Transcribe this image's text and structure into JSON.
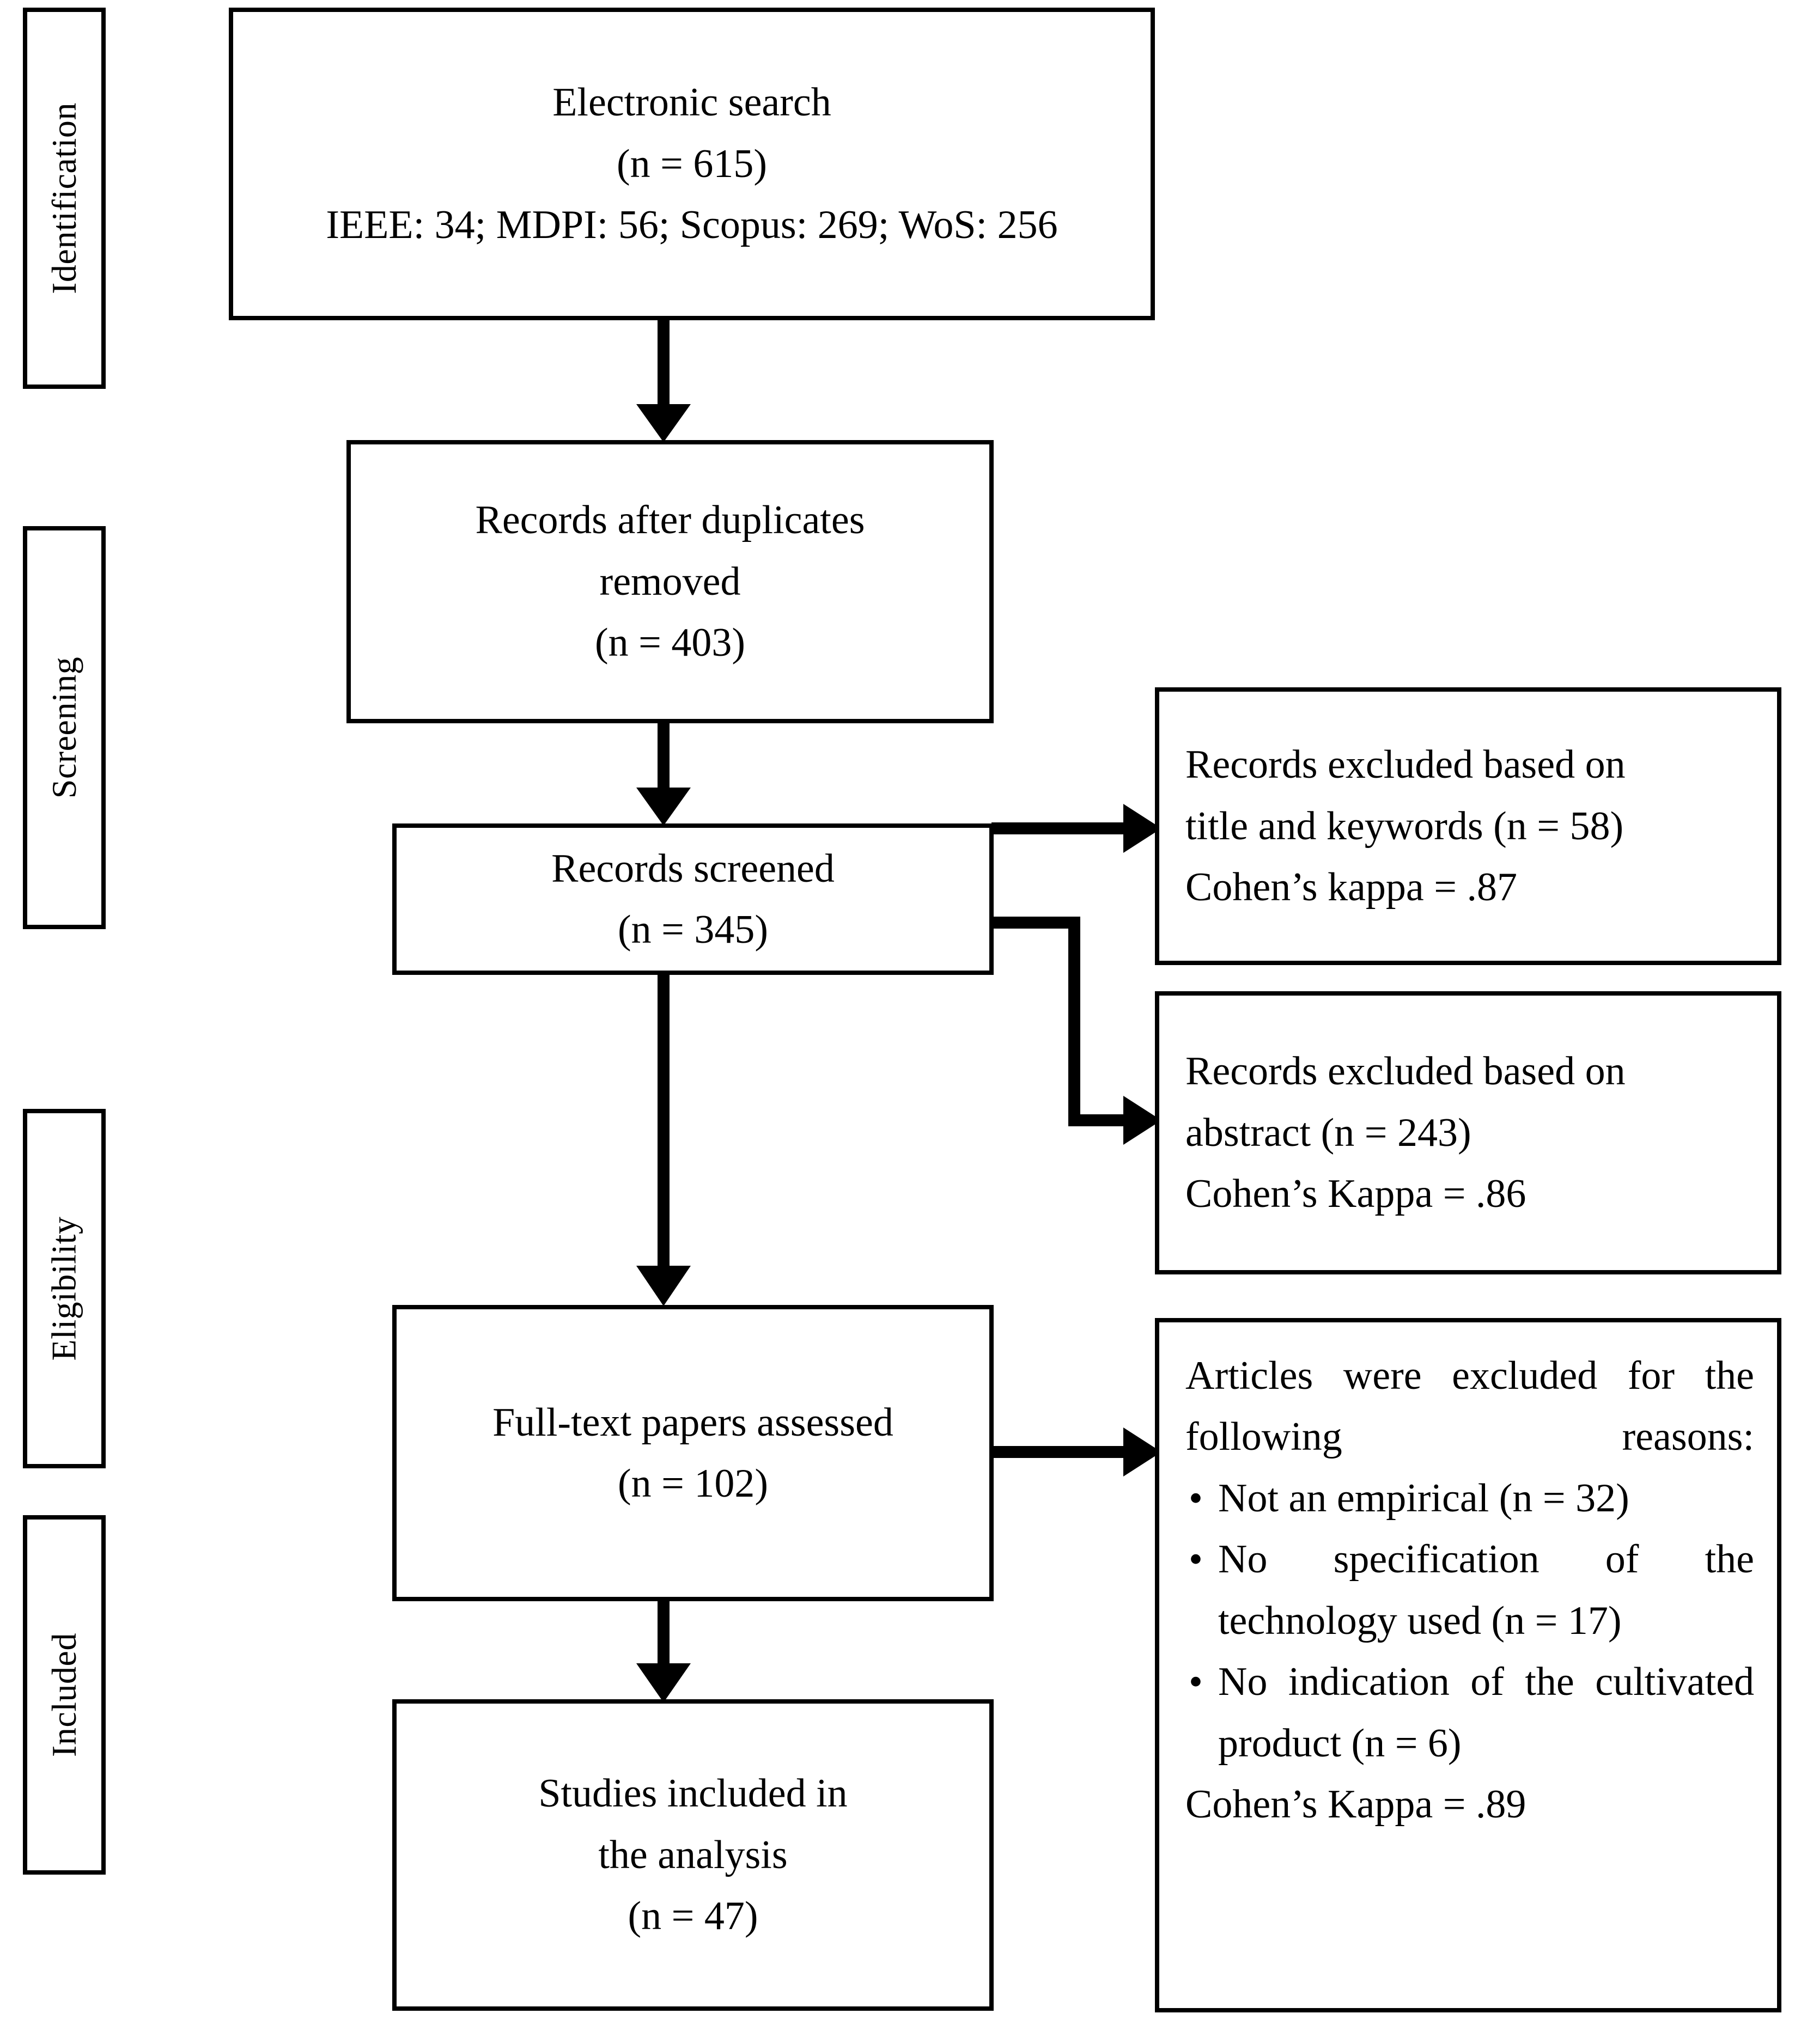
{
  "diagram": {
    "type": "prisma-flow-diagram",
    "stage_labels": [
      {
        "id": "identification",
        "label": "Identification"
      },
      {
        "id": "screening",
        "label": "Screening"
      },
      {
        "id": "eligibility",
        "label": "Eligibility"
      },
      {
        "id": "included",
        "label": "Included"
      }
    ],
    "nodes": {
      "electronic_search": {
        "lines": [
          "Electronic search",
          "(n = 615)",
          "IEEE: 34; MDPI: 56; Scopus: 269; WoS: 256"
        ]
      },
      "duplicates_removed": {
        "lines": [
          "Records after duplicates",
          "removed",
          "(n = 403)"
        ]
      },
      "records_screened": {
        "lines": [
          "Records screened",
          "(n = 345)"
        ]
      },
      "excluded_title_keywords": {
        "lines": [
          "Records excluded based on",
          "title and keywords (n = 58)",
          "Cohen’s kappa = .87"
        ]
      },
      "excluded_abstract": {
        "lines": [
          "Records excluded based on",
          "abstract (n = 243)",
          "Cohen’s Kappa = .86"
        ]
      },
      "fulltext_assessed": {
        "lines": [
          "Full-text papers assessed",
          "(n = 102)"
        ]
      },
      "excluded_reasons": {
        "intro": "Articles were excluded for the following reasons:",
        "bullets": [
          "Not an empirical (n = 32)",
          "No specification of the technology used (n = 17)",
          "No indication of the cultivated product (n = 6)"
        ],
        "bullet_glyph": "•",
        "footer": "Cohen’s Kappa = .89"
      },
      "studies_included": {
        "lines": [
          "Studies included in",
          "the analysis",
          "(n = 47)"
        ]
      }
    },
    "colors": {
      "stroke": "#000000",
      "fill": "#ffffff",
      "text": "#000000"
    }
  }
}
